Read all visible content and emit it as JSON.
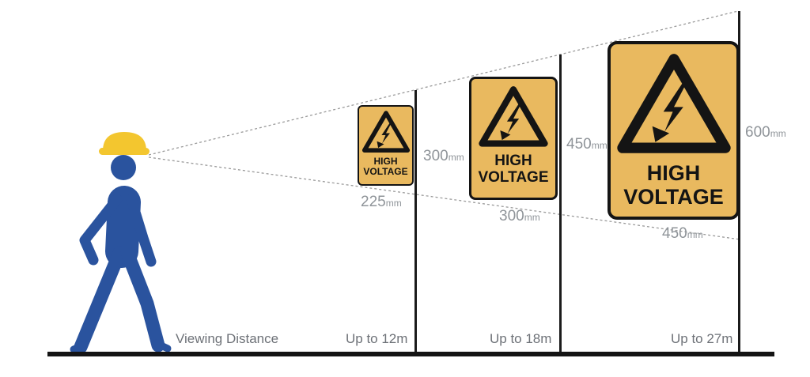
{
  "colors": {
    "person_blue": "#2A539E",
    "hat_yellow": "#F3C62F",
    "sign_bg": "#E9B95F",
    "sign_border": "#141414",
    "sign_text": "#141414",
    "dim_label": "#8F9499",
    "distance_label": "#6E7278",
    "sightline": "#9A9A9A",
    "marker_line": "#1B1B1B",
    "ground": "#141414"
  },
  "icons": {
    "person": "walking-worker-with-hard-hat-icon",
    "warning": "high-voltage-bolt-triangle-icon"
  },
  "footer": {
    "viewing_distance_label": "Viewing Distance"
  },
  "signs": [
    {
      "line1": "HIGH",
      "line2": "VOLTAGE",
      "width_label": {
        "value": "225",
        "unit": "mm"
      },
      "height_label": {
        "value": "300",
        "unit": "mm"
      },
      "distance_label": "Up to 12m"
    },
    {
      "line1": "HIGH",
      "line2": "VOLTAGE",
      "width_label": {
        "value": "300",
        "unit": "mm"
      },
      "height_label": {
        "value": "450",
        "unit": "mm"
      },
      "distance_label": "Up to 18m"
    },
    {
      "line1": "HIGH",
      "line2": "VOLTAGE",
      "width_label": {
        "value": "450",
        "unit": "mm"
      },
      "height_label": {
        "value": "600",
        "unit": "mm"
      },
      "distance_label": "Up to 27m"
    }
  ]
}
